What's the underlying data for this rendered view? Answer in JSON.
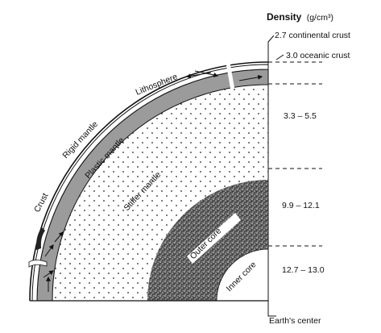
{
  "density_header": {
    "title": "Density",
    "unit": "(g/cm³)"
  },
  "density_values": {
    "continental_crust": "2.7 continental crust",
    "oceanic_crust": "3.0 oceanic crust",
    "mantle": "3.3 – 5.5",
    "outer_core": "9.9 – 12.1",
    "inner_core": "12.7 – 13.0"
  },
  "layer_labels": {
    "lithosphere": "Lithosphere",
    "rigid_mantle": "Rigid mantle",
    "plastic_mantle": "Plastic mantle",
    "crust": "Crust",
    "stiffer_mantle": "Stiffer mantle",
    "outer_core": "Outer core",
    "inner_core": "Inner core",
    "earths_center": "Earth's center"
  }
}
